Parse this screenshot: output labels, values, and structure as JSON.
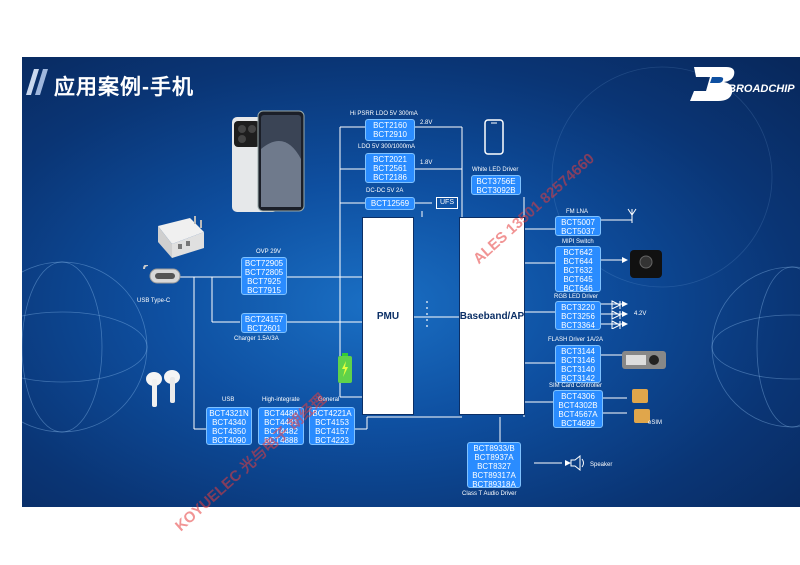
{
  "title": "应用案例-手机",
  "logo": {
    "name": "BROADCHIP"
  },
  "blocks": {
    "pmu": "PMU",
    "baseband": "Baseband/AP",
    "ufs": "UFS"
  },
  "groups": {
    "hipsrr": {
      "label": "Hi PSRR LDO 5V 300mA",
      "voltage": "2.8V",
      "parts": [
        "BCT2160",
        "BCT2910"
      ]
    },
    "ldo": {
      "label": "LDO 5V 300/1000mA",
      "voltage": "1.8V",
      "parts": [
        "BCT2021",
        "BCT2561",
        "BCT2186"
      ]
    },
    "dcdc": {
      "label": "DC-DC 5V 2A",
      "parts": [
        "BCT12569"
      ]
    },
    "white_led": {
      "label": "White LED Driver",
      "parts": [
        "BCT3756E",
        "BCT3092B"
      ]
    },
    "fm_lna": {
      "label": "FM LNA",
      "parts": [
        "BCT5007",
        "BCT5037"
      ]
    },
    "mipi": {
      "label": "MIPI Switch",
      "parts": [
        "BCT642",
        "BCT644",
        "BCT632",
        "BCT645",
        "BCT646"
      ]
    },
    "rgb": {
      "label": "RGB LED Driver",
      "voltage": "4.2V",
      "parts": [
        "BCT3220",
        "BCT3256",
        "BCT3364"
      ]
    },
    "flash": {
      "label": "FLASH Driver 1A/2A",
      "parts": [
        "BCT3144",
        "BCT3146",
        "BCT3140",
        "BCT3142"
      ]
    },
    "sim": {
      "label": "SIM Card Controller",
      "esim": "eSIM",
      "parts": [
        "BCT4306",
        "BCT4302B",
        "BCT4567A",
        "BCT4699"
      ]
    },
    "audio": {
      "label": "Class T Audio Driver",
      "speaker": "Speaker",
      "parts": [
        "BCT8933/B",
        "BCT8937A",
        "BCT8327",
        "BCT89317A",
        "BCT89318A"
      ]
    },
    "ovp": {
      "label": "OVP 29V",
      "parts": [
        "BCT72905",
        "BCT72805",
        "BCT7925",
        "BCT7915"
      ]
    },
    "charger": {
      "label": "Charger 1.5A/3A",
      "parts": [
        "BCT24157",
        "BCT2601"
      ]
    },
    "usb_typec": {
      "label": "USB Type-C"
    },
    "usb": {
      "label": "USB",
      "parts": [
        "BCT4321N",
        "BCT4340",
        "BCT4350",
        "BCT4090"
      ]
    },
    "highint": {
      "label": "High-integrate",
      "parts": [
        "BCT4480",
        "BCT4481",
        "BCT4482",
        "BCT4888"
      ]
    },
    "general": {
      "label": "General",
      "parts": [
        "BCT4221A",
        "BCT4153",
        "BCT4157",
        "BCT4223"
      ]
    }
  },
  "watermark": {
    "left": "KOYUELEC 光与电子 胡经理",
    "right": "ALES 13501 82574660"
  },
  "colors": {
    "box": "#2a8cff",
    "background": "#0e4fa0",
    "watermark": "#e03c3c"
  }
}
